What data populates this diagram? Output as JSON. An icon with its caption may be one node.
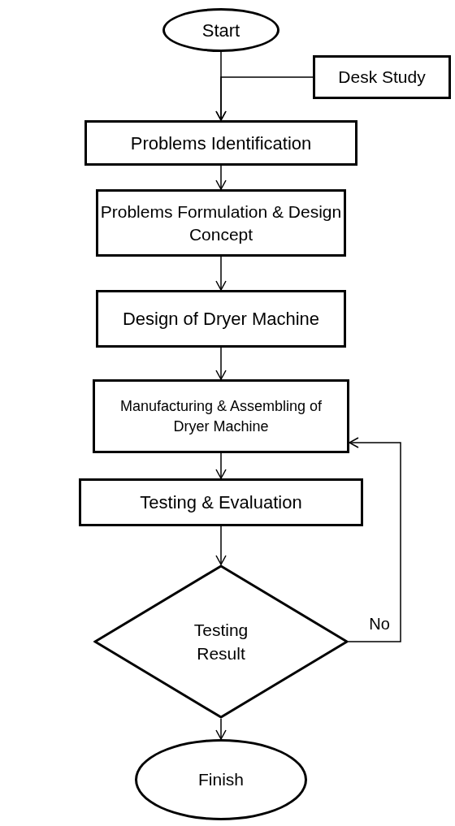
{
  "diagram": {
    "nodes": [
      {
        "text": [
          "Start"
        ]
      },
      {
        "text": [
          "Desk Study"
        ]
      },
      {
        "text": [
          "Problems Identification"
        ]
      },
      {
        "text": [
          "Problems Formulation & Design Concept"
        ]
      },
      {
        "text": [
          "Design of Dryer Machine"
        ]
      },
      {
        "text": [
          "Manufacturing & Assembling of Dryer Machine"
        ]
      },
      {
        "text": [
          "Testing & Evaluation"
        ]
      },
      {
        "text": [
          "Testing Result"
        ]
      },
      {
        "text": [
          "Finish"
        ]
      }
    ],
    "edges": [
      {
        "from": 0,
        "to": 2,
        "arrow": "to"
      },
      {
        "from": 1,
        "to": 2,
        "arrow": "to"
      },
      {
        "from": 2,
        "to": 3,
        "arrow": "to"
      },
      {
        "from": 3,
        "to": 4,
        "arrow": "to"
      },
      {
        "from": 4,
        "to": 5,
        "arrow": "to"
      },
      {
        "from": 5,
        "to": 6,
        "arrow": "to"
      },
      {
        "from": 6,
        "to": 7,
        "arrow": "to"
      },
      {
        "from": 7,
        "to": 5,
        "arrow": "to",
        "label": "No"
      },
      {
        "from": 7,
        "to": 8,
        "arrow": "to"
      }
    ]
  }
}
